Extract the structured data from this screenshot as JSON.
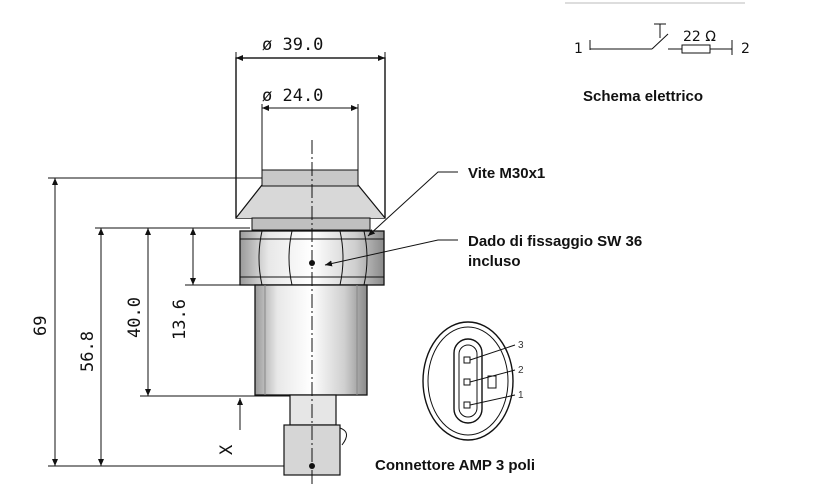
{
  "dimensions": {
    "diameter_outer": "ø 39.0",
    "diameter_inner": "ø 24.0",
    "height_total": "69",
    "height_56": "56.8",
    "height_40": "40.0",
    "height_13": "13.6",
    "x_label": "X"
  },
  "callouts": {
    "screw": "Vite M30x1",
    "nut_line1": "Dado di fissaggio SW 36",
    "nut_line2": "incluso",
    "connector": "Connettore AMP 3 poli"
  },
  "schematic": {
    "title": "Schema elettrico",
    "pin_left": "1",
    "pin_right": "2",
    "resistor": "22 Ω"
  },
  "connector_pins": [
    "3",
    "2",
    "1"
  ]
}
